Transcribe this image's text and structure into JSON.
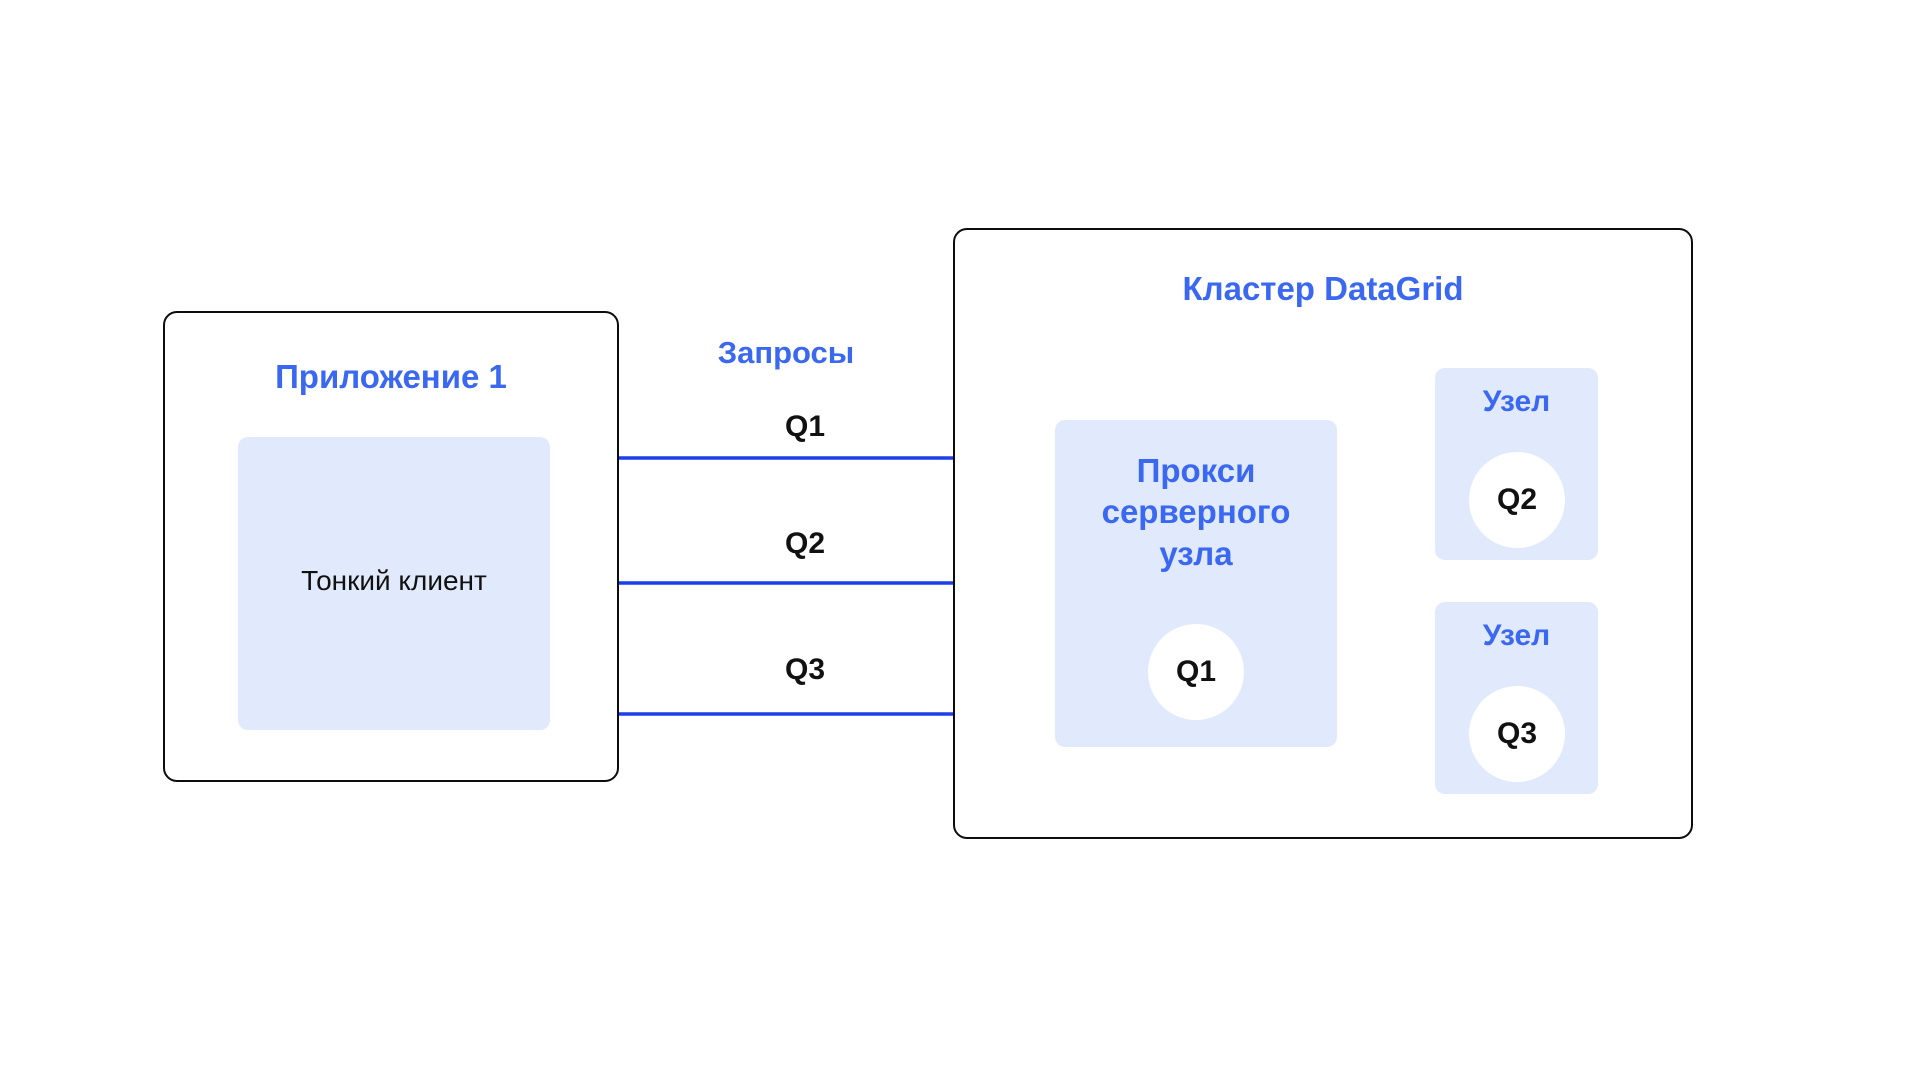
{
  "diagram": {
    "title": "DataGrid thin client query routing diagram",
    "background": "#ffffff",
    "colors": {
      "accent_blue": "#3B68F0",
      "panel_fill": "#E1E9FD",
      "line_blue": "#1B3FE8",
      "border_black": "#0D0D0D",
      "text_black": "#111111"
    }
  },
  "app": {
    "title": "Приложение 1",
    "client": {
      "label": "Тонкий клиент"
    }
  },
  "requests": {
    "title": "Запросы",
    "items": [
      {
        "label": "Q1"
      },
      {
        "label": "Q2"
      },
      {
        "label": "Q3"
      }
    ]
  },
  "cluster": {
    "title": "Кластер DataGrid",
    "proxy": {
      "label": "Прокси\nсерверного\nузла",
      "badge": "Q1"
    },
    "nodes": [
      {
        "label": "Узел",
        "badge": "Q2"
      },
      {
        "label": "Узел",
        "badge": "Q3"
      }
    ]
  },
  "connections": [
    {
      "from": "thin-client",
      "to": "proxy",
      "label": "Q1"
    },
    {
      "from": "thin-client",
      "to": "proxy",
      "label": "Q2"
    },
    {
      "from": "thin-client",
      "to": "proxy",
      "label": "Q3"
    },
    {
      "from": "proxy",
      "to": "node-top",
      "label": ""
    },
    {
      "from": "proxy",
      "to": "node-bottom",
      "label": ""
    }
  ]
}
